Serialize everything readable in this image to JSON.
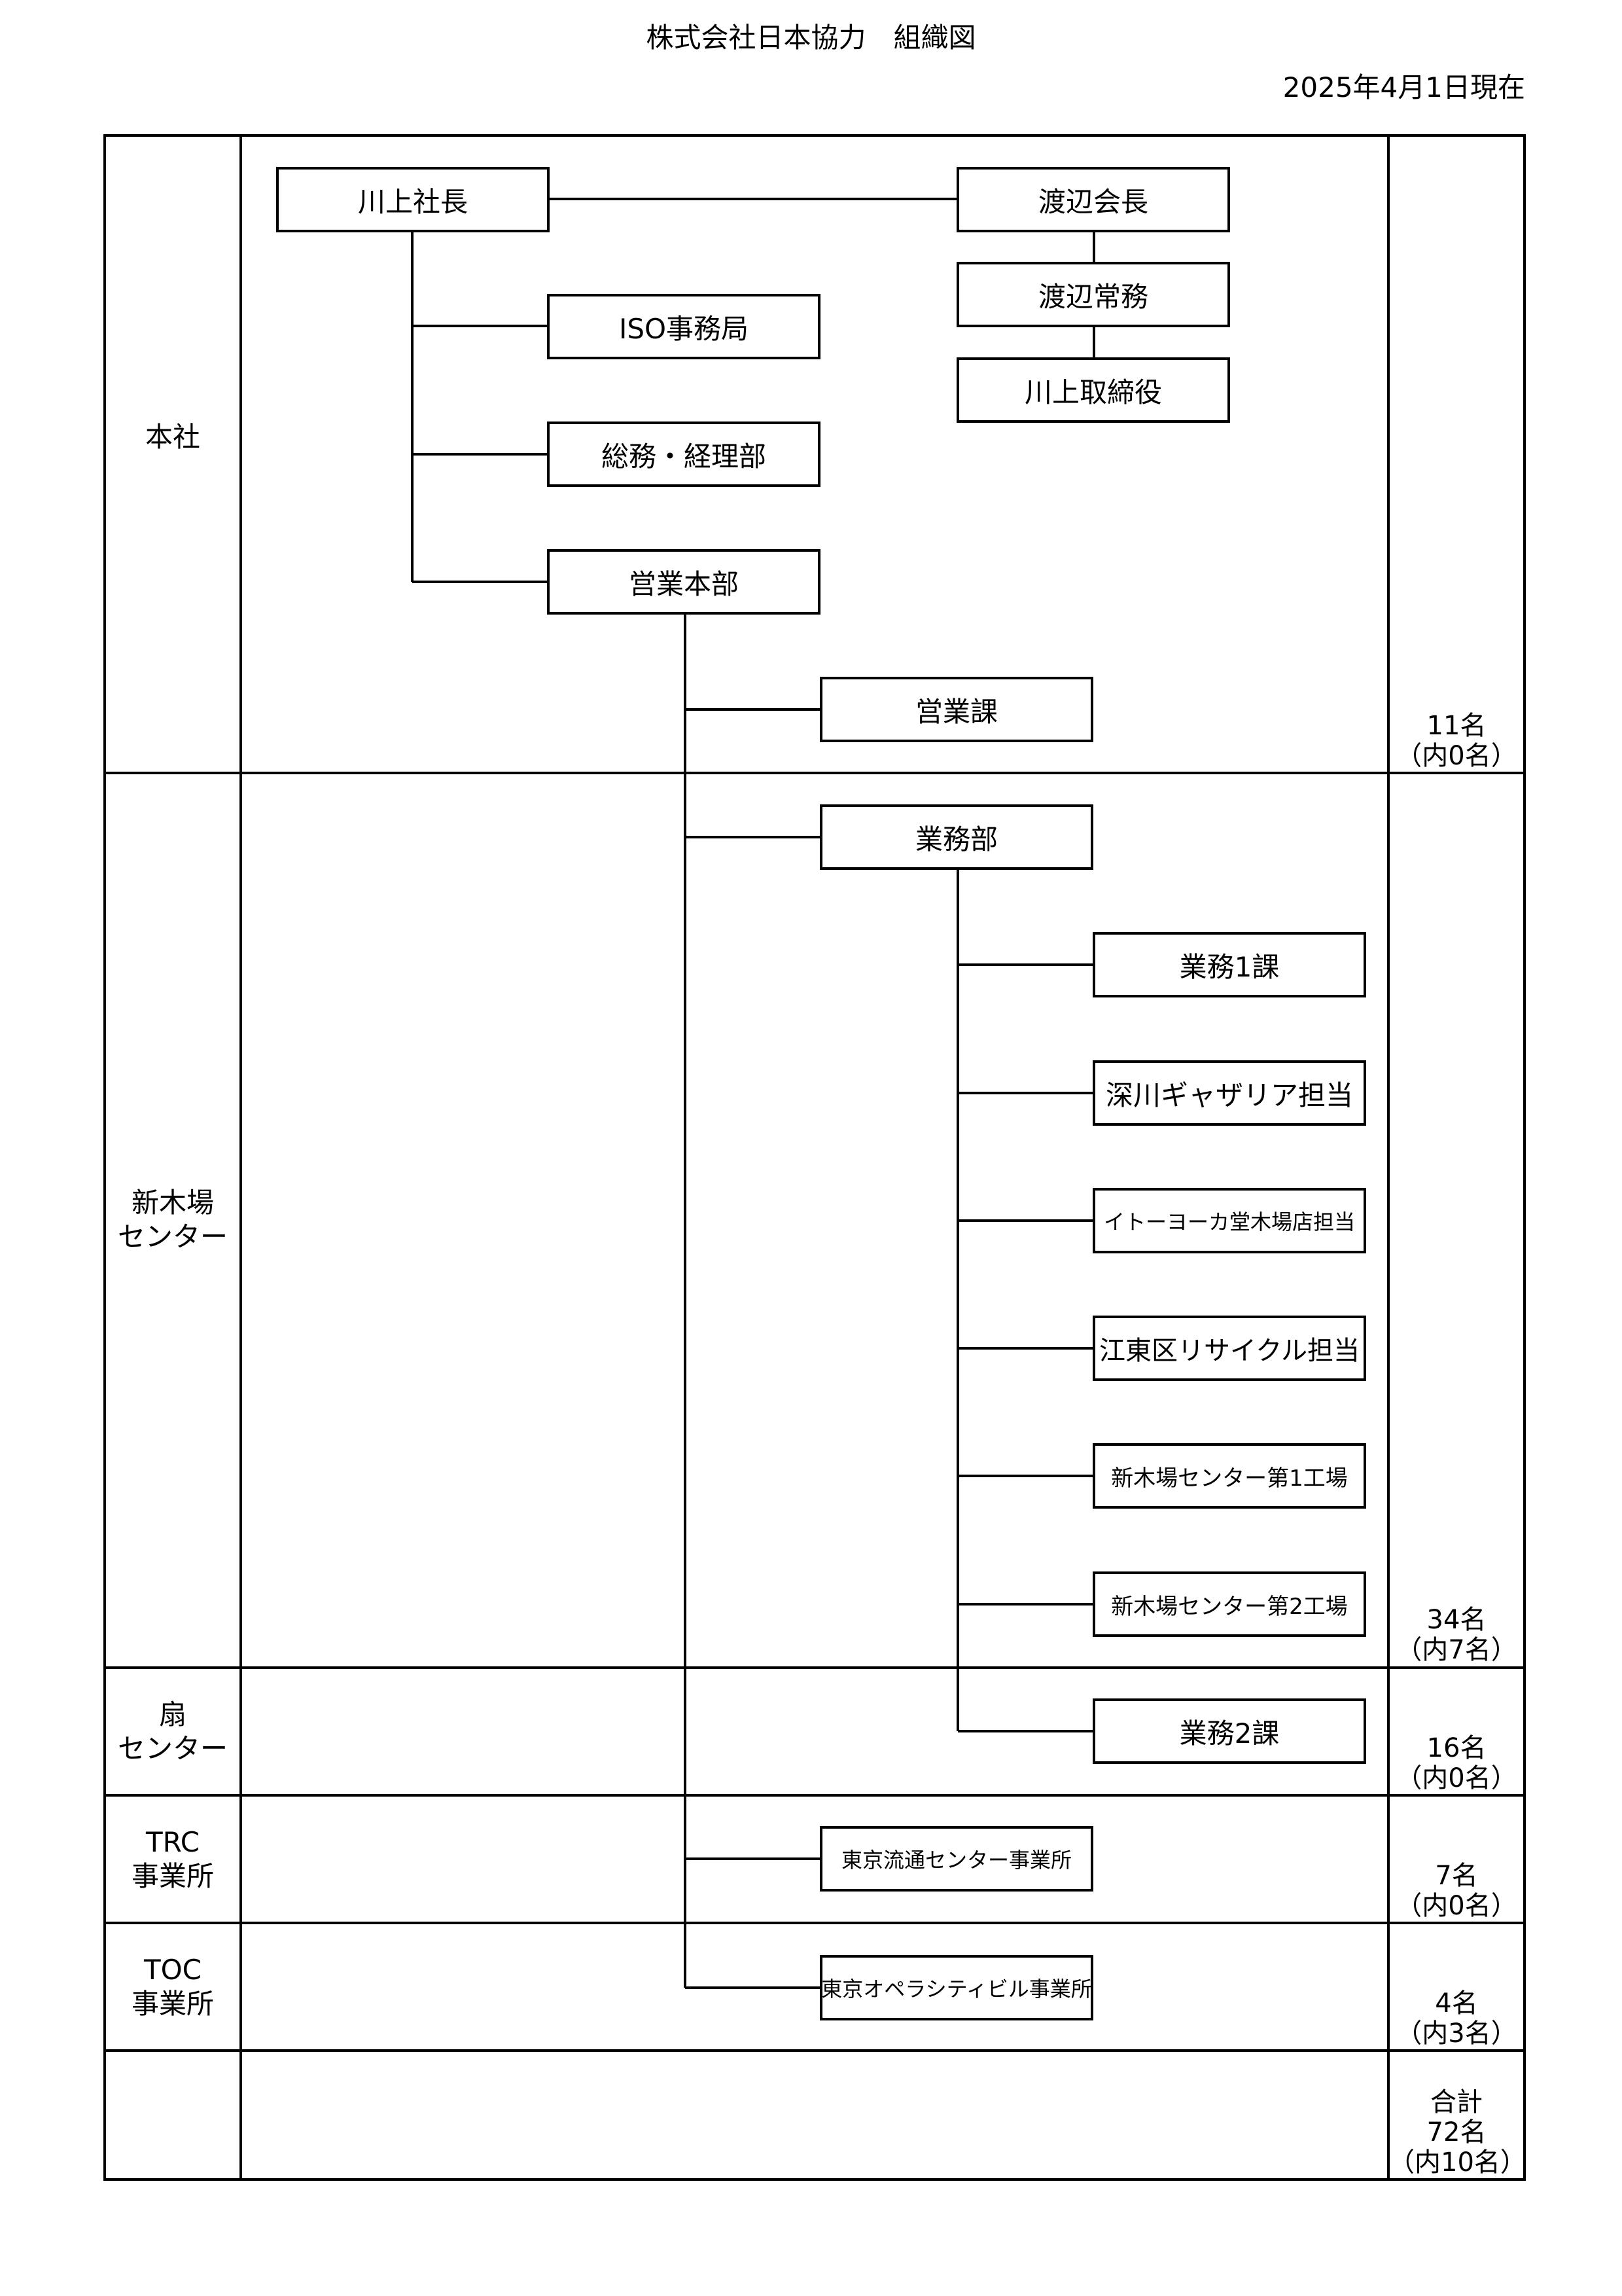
{
  "header": {
    "title": "株式会社日本協力　組織図",
    "date": "2025年4月1日現在"
  },
  "locations": {
    "honsha": "本社",
    "shinkiba": "新木場\nセンター",
    "ogi": "扇\nセンター",
    "trc": "TRC\n事業所",
    "toc": "TOC\n事業所"
  },
  "counts": {
    "honsha": "11名\n（内0名）",
    "shinkiba": "34名\n（内7名）",
    "ogi": "16名\n（内0名）",
    "trc": "7名\n（内0名）",
    "toc": "4名\n（内3名）",
    "total": "合計\n72名\n（内10名）"
  },
  "nodes": {
    "president": "川上社長",
    "chairman": "渡辺会長",
    "managing_director": "渡辺常務",
    "director": "川上取締役",
    "iso_office": "ISO事務局",
    "general_affairs": "総務・経理部",
    "sales_hq": "営業本部",
    "sales_section": "営業課",
    "operations_dept": "業務部",
    "operations_1": "業務1課",
    "fukagawa": "深川ギャザリア担当",
    "ito_yokado": "イトーヨーカ堂木場店担当",
    "koto_recycle": "江東区リサイクル担当",
    "factory_1": "新木場センター第1工場",
    "factory_2": "新木場センター第2工場",
    "operations_2": "業務2課",
    "tokyo_distribution": "東京流通センター事業所",
    "tokyo_opera_city": "東京オペラシティビル事業所"
  }
}
